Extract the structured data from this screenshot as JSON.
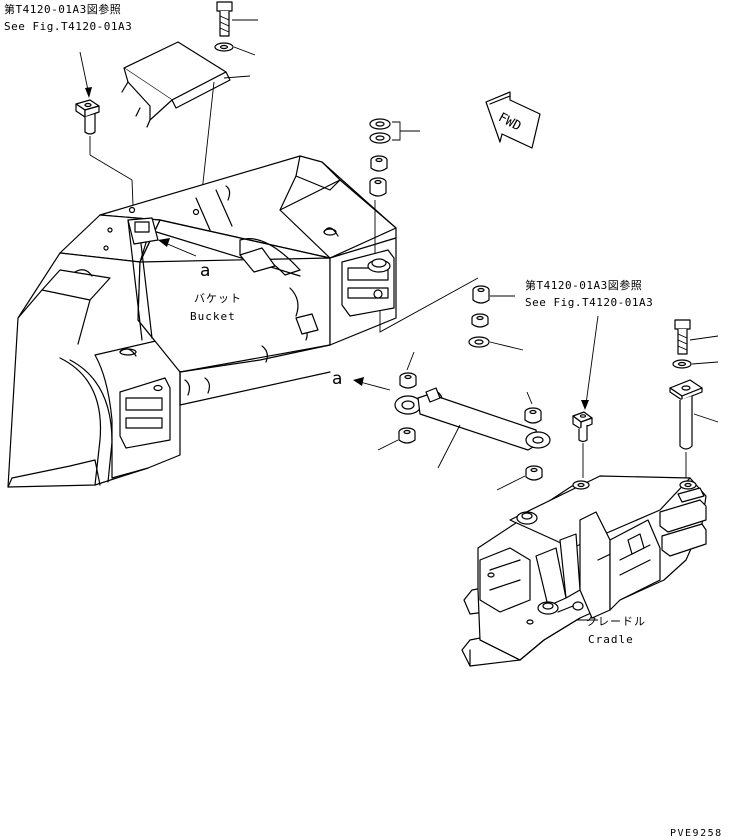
{
  "references": {
    "top_left": {
      "jp": "第T4120-01A3図参照",
      "en": "See Fig.T4120-01A3"
    },
    "right": {
      "jp": "第T4120-01A3図参照",
      "en": "See Fig.T4120-01A3"
    }
  },
  "labels": {
    "bucket_jp": "バケット",
    "bucket_en": "Bucket",
    "cradle_jp": "クレードル",
    "cradle_en": "Cradle",
    "section_a_upper": "a",
    "section_a_lower": "a",
    "fwd": "FWD"
  },
  "drawing_code": "PVE9258"
}
